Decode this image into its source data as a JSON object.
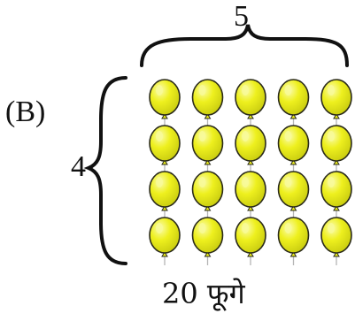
{
  "option_label": "(B)",
  "columns_count": "5",
  "rows_count": "4",
  "caption": "20 फूगे",
  "grid": {
    "rows": 4,
    "columns": 5
  },
  "colors": {
    "balloon_fill": "#eef01e",
    "balloon_highlight": "#f8fa9a",
    "balloon_outline": "#2a2a1a",
    "string": "#b5b5b5",
    "brace": "#111111"
  }
}
